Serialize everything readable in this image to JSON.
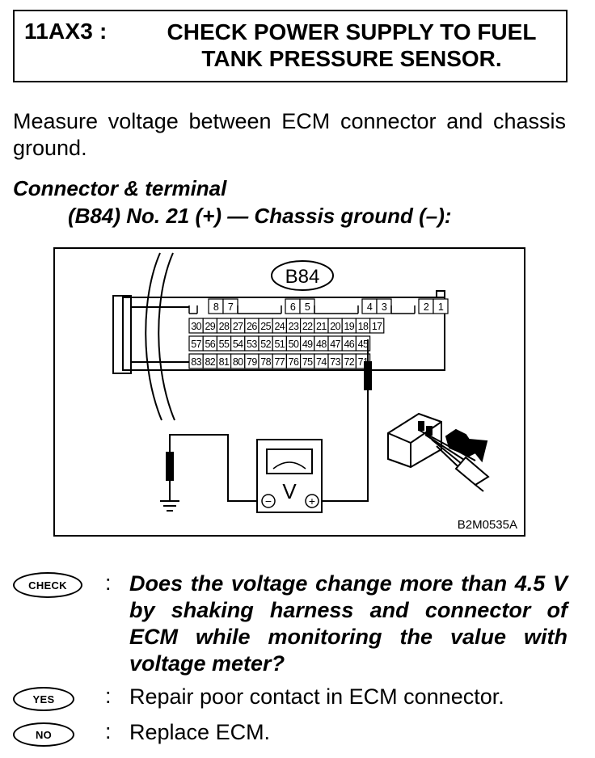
{
  "header": {
    "code": "11AX3 :",
    "title_line1": "CHECK POWER SUPPLY TO FUEL",
    "title_line2": "TANK PRESSURE SENSOR."
  },
  "intro": "Measure voltage between ECM connector and chassis ground.",
  "connector_terminal": {
    "heading": "Connector & terminal",
    "terminal": "(B84) No. 21 (+) — Chassis ground (–):"
  },
  "figure": {
    "connector_label": "B84",
    "top_pins": [
      "8",
      "7",
      "6",
      "5",
      "4",
      "3",
      "2",
      "1"
    ],
    "row1": [
      "30",
      "29",
      "28",
      "27",
      "26",
      "25",
      "24",
      "23",
      "22",
      "21",
      "20",
      "19",
      "18",
      "17"
    ],
    "row2": [
      "57",
      "56",
      "55",
      "54",
      "53",
      "52",
      "51",
      "50",
      "49",
      "48",
      "47",
      "46",
      "45"
    ],
    "row3": [
      "83",
      "82",
      "81",
      "80",
      "79",
      "78",
      "77",
      "76",
      "75",
      "74",
      "73",
      "72",
      "71"
    ],
    "meter_unit": "V",
    "meter_minus": "−",
    "meter_plus": "+",
    "figure_id": "B2M0535A"
  },
  "check": {
    "badge": "CHECK",
    "question": "Does the voltage change more than 4.5 V by shaking harness and connector of ECM while monitoring the value with voltage meter?"
  },
  "yes": {
    "badge": "YES",
    "answer": "Repair poor contact in ECM connector."
  },
  "no": {
    "badge": "NO",
    "answer": "Replace ECM."
  },
  "separator": ":"
}
